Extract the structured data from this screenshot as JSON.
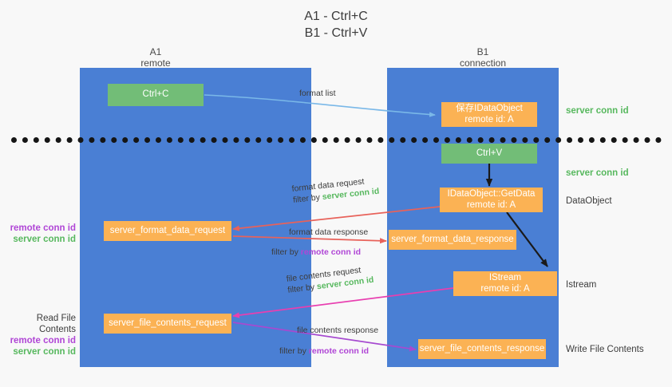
{
  "title": {
    "line1": "A1 - Ctrl+C",
    "line2": "B1 - Ctrl+V"
  },
  "lanes": [
    {
      "id": "A1",
      "name": "A1",
      "sub": "remote"
    },
    {
      "id": "B1",
      "name": "B1",
      "sub": "connection"
    }
  ],
  "nodes": {
    "ctrl_c": {
      "line1": "Ctrl+C",
      "line2": ""
    },
    "save_idataobject": {
      "line1": "保存IDataObject",
      "line2": "remote id: A"
    },
    "ctrl_v": {
      "line1": "Ctrl+V",
      "line2": ""
    },
    "getdata": {
      "line1": "IDataObject::GetData",
      "line2": "remote id: A"
    },
    "format_data_request": {
      "line1": "server_format_data_request",
      "line2": ""
    },
    "format_data_response": {
      "line1": "server_format_data_response",
      "line2": ""
    },
    "istream": {
      "line1": "IStream",
      "line2": "remote id: A"
    },
    "file_contents_request": {
      "line1": "server_file_contents_request",
      "line2": ""
    },
    "file_contents_response": {
      "line1": "server_file_contents_response",
      "line2": ""
    }
  },
  "edges": {
    "format_list": {
      "label": "format list"
    },
    "format_data_request": {
      "label": "format data request",
      "filter_prefix": "filter by ",
      "filter_value": "server conn id"
    },
    "format_data_response": {
      "label": "format data response",
      "filter_prefix": "filter by ",
      "filter_value": "remote conn id"
    },
    "file_contents_request": {
      "label": "file contents request",
      "filter_prefix": "filter by ",
      "filter_value": "server conn id"
    },
    "file_contents_response": {
      "label": "file contents response",
      "filter_prefix": "filter by ",
      "filter_value": "remote conn id"
    }
  },
  "annotations": {
    "right_top_server_conn": "server conn id",
    "right_mid_server_conn": "server conn id",
    "right_dataobject": "DataObject",
    "right_istream": "Istream",
    "right_write_file": "Write File Contents",
    "left_mid_remote_conn": "remote conn id",
    "left_mid_server_conn": "server conn id",
    "left_read_file": "Read File Contents",
    "left_bot_remote_conn": "remote conn id",
    "left_bot_server_conn": "server conn id"
  },
  "colors": {
    "lane": "#4a7fd4",
    "green": "#72bd77",
    "orange": "#fbb254",
    "green_text": "#57b85e",
    "purple_text": "#b046d6",
    "wire_blue": "#7ab8e8",
    "wire_red": "#e8625a",
    "wire_black": "#1a1a1a",
    "wire_magenta": "#e83fb0",
    "wire_purple": "#a64ad0",
    "background": "#f8f8f8"
  }
}
